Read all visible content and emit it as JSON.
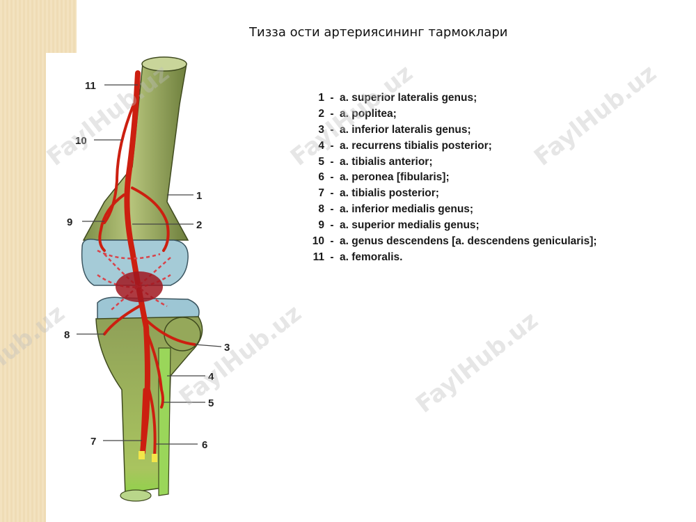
{
  "slide": {
    "title": "Тизза ости артериясининг тармоклари"
  },
  "legend": [
    {
      "num": "1",
      "text": "a. superior lateralis genus;"
    },
    {
      "num": "2",
      "text": "a. poplitea;"
    },
    {
      "num": "3",
      "text": "a. inferior lateralis genus;"
    },
    {
      "num": "4",
      "text": "a. recurrens tibialis posterior;"
    },
    {
      "num": "5",
      "text": "a. tibialis anterior;"
    },
    {
      "num": "6",
      "text": "a. peronea  [fibularis];"
    },
    {
      "num": "7",
      "text": "a. tibialis posterior;"
    },
    {
      "num": "8",
      "text": "a. inferior medialis genus;"
    },
    {
      "num": "9",
      "text": "a. superior medialis genus;"
    },
    {
      "num": "10",
      "text": "a. genus descendens [a. descendens genicularis];"
    },
    {
      "num": "11",
      "text": "a. femoralis."
    }
  ],
  "callouts": [
    "11",
    "10",
    "1",
    "9",
    "2",
    "8",
    "3",
    "4",
    "5",
    "7",
    "6"
  ],
  "watermark": "FaylHub.uz",
  "colors": {
    "artery": "#cc1f10",
    "bone": "#a3b46a",
    "cartilage": "#9dc6d4",
    "background_strip": "#f3e2bf"
  }
}
